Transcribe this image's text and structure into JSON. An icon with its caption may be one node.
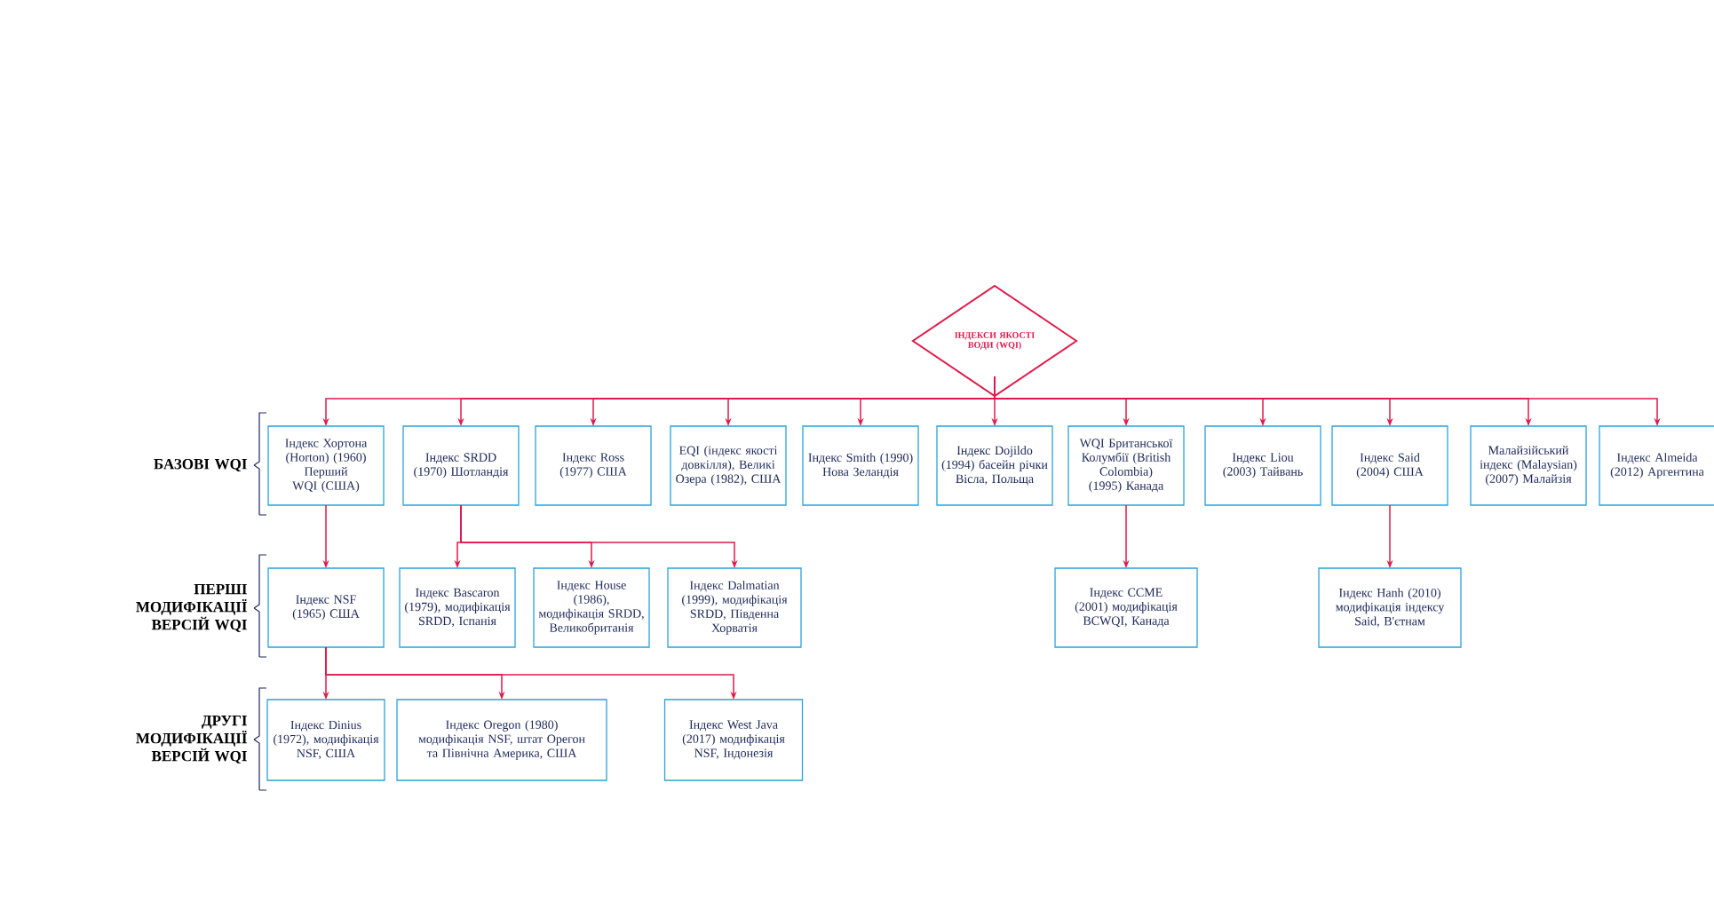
{
  "diagram": {
    "nodes": [
      {
        "text": [
          "ІНДЕКСИ ЯКОСТІ ВОДИ (WQI)"
        ]
      },
      {
        "text": [
          "Індекс Хортона (Horton) (1960) Перший WQI (США)"
        ]
      },
      {
        "text": [
          "Індекс SRDD (1970) Шотландія"
        ]
      },
      {
        "text": [
          "Індекс Ross (1977) США"
        ]
      },
      {
        "text": [
          "EQI (індекс якості довкілля), Великі Озера (1982), США"
        ]
      },
      {
        "text": [
          "Індекс Smith (1990) Нова Зеландія"
        ]
      },
      {
        "text": [
          "Індекс Dojildo (1994) басейн річки Вісла, Польща"
        ]
      },
      {
        "text": [
          "WQI Британської Колумбії (British Colombia) (1995) Канада"
        ]
      },
      {
        "text": [
          "Індекс Liou (2003) Тайвань"
        ]
      },
      {
        "text": [
          "Індекс Said (2004) США"
        ]
      },
      {
        "text": [
          "Малайзійський індекс (Malaysian) (2007) Малайзія"
        ]
      },
      {
        "text": [
          "Індекс Almeida (2012) Аргентина"
        ]
      },
      {
        "text": [
          "Індекс NSF (1965) США"
        ]
      },
      {
        "text": [
          "Індекс Bascaron (1979), модифікація SRDD, Іспанія"
        ]
      },
      {
        "text": [
          "Індекс House (1986), модифікація SRDD, Великобританія"
        ]
      },
      {
        "text": [
          "Індекс Dalmatian (1999), модифікація SRDD, Південна Хорватія"
        ]
      },
      {
        "text": [
          "Індекс CCME (2001) модифікація BCWQI, Канада"
        ]
      },
      {
        "text": [
          "Індекс Hanh (2010) модифікація індексу Said, В'єтнам"
        ]
      },
      {
        "text": [
          "Індекс Dinius (1972), модифікація NSF, США"
        ]
      },
      {
        "text": [
          "Індекс Oregon (1980) модифікація NSF, штат Орегон та Північна Америка, США"
        ]
      },
      {
        "text": [
          "Індекс West Java (2017) модифікація NSF, Індонезія"
        ]
      }
    ],
    "edges": [
      {
        "from": 0,
        "to": 1,
        "arrow": "to"
      },
      {
        "from": 0,
        "to": 2,
        "arrow": "to"
      },
      {
        "from": 0,
        "to": 3,
        "arrow": "to"
      },
      {
        "from": 0,
        "to": 4,
        "arrow": "to"
      },
      {
        "from": 0,
        "to": 5,
        "arrow": "to"
      },
      {
        "from": 0,
        "to": 6,
        "arrow": "to"
      },
      {
        "from": 0,
        "to": 7,
        "arrow": "to"
      },
      {
        "from": 0,
        "to": 8,
        "arrow": "to"
      },
      {
        "from": 0,
        "to": 9,
        "arrow": "to"
      },
      {
        "from": 0,
        "to": 10,
        "arrow": "to"
      },
      {
        "from": 0,
        "to": 11,
        "arrow": "to"
      },
      {
        "from": 1,
        "to": 12,
        "arrow": "to"
      },
      {
        "from": 2,
        "to": 13,
        "arrow": "to"
      },
      {
        "from": 2,
        "to": 14,
        "arrow": "to"
      },
      {
        "from": 2,
        "to": 15,
        "arrow": "to"
      },
      {
        "from": 7,
        "to": 16,
        "arrow": "to"
      },
      {
        "from": 9,
        "to": 17,
        "arrow": "to"
      },
      {
        "from": 12,
        "to": 18,
        "arrow": "to"
      },
      {
        "from": 12,
        "to": 19,
        "arrow": "to"
      },
      {
        "from": 12,
        "to": 20,
        "arrow": "to"
      }
    ],
    "labels": [
      "БАЗОВІ WQI",
      "ПЕРШІ МОДИФІКАЦІЇ ВЕРСІЙ WQI",
      "ДРУГІ МОДИФІКАЦІЇ ВЕРСІЙ WQI"
    ]
  }
}
